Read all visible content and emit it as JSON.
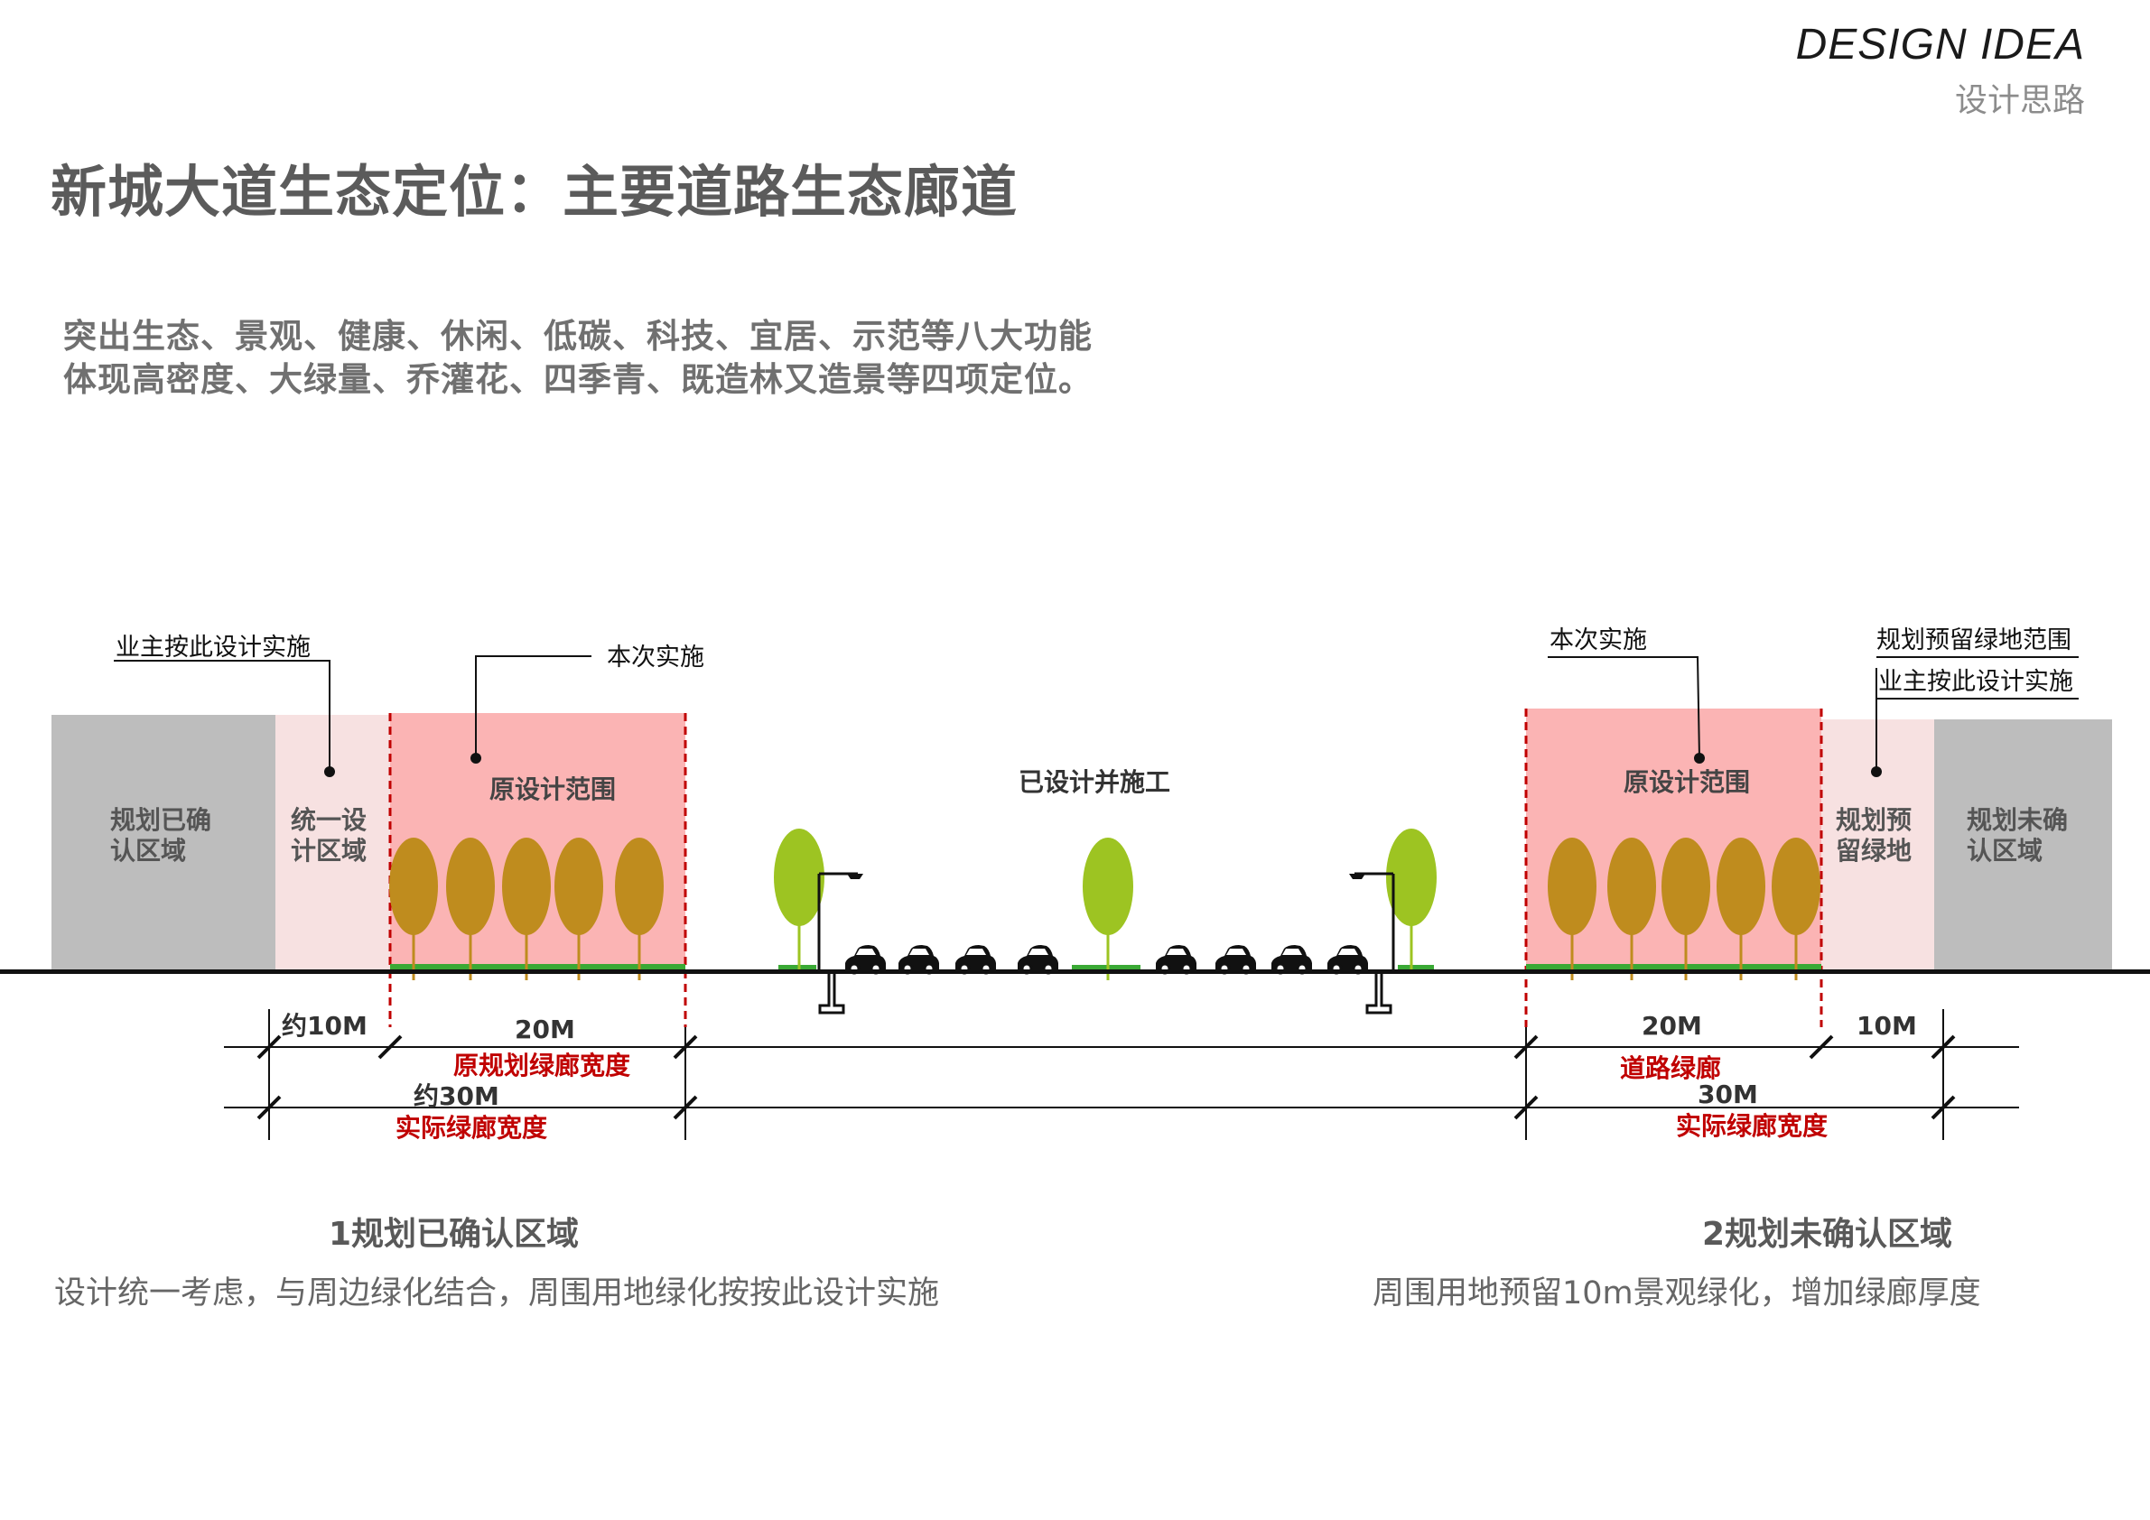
{
  "header": {
    "english": "DESIGN IDEA",
    "chinese": "设计思路"
  },
  "title": "新城大道生态定位：主要道路生态廊道",
  "description": {
    "line1": "突出生态、景观、健康、休闲、低碳、科技、宜居、示范等八大功能",
    "line2": "体现高密度、大绿量、乔灌花、四季青、既造林又造景等四项定位。"
  },
  "diagram": {
    "left": {
      "callout_owner": "业主按此设计实施",
      "callout_current": "本次实施",
      "zone_gray": [
        "规划已确",
        "认区域"
      ],
      "zone_light": [
        "统一设",
        "计区域"
      ],
      "zone_pink": "原设计范围",
      "dim_top_a": "约10M",
      "dim_top_b": "20M",
      "dim_top_b_note": "原规划绿廊宽度",
      "dim_bottom": "约30M",
      "dim_bottom_note": "实际绿廊宽度"
    },
    "center": {
      "label": "已设计并施工"
    },
    "right": {
      "callout_current": "本次实施",
      "callout_reserve": "规划预留绿地范围",
      "callout_owner": "业主按此设计实施",
      "zone_pink": "原设计范围",
      "zone_light": [
        "规划预",
        "留绿地"
      ],
      "zone_gray": [
        "规划未确",
        "认区域"
      ],
      "dim_top_a": "20M",
      "dim_top_a_note": "道路绿廊",
      "dim_top_b": "10M",
      "dim_bottom": "30M",
      "dim_bottom_note": "实际绿廊宽度"
    }
  },
  "sections": {
    "left": {
      "title": "1规划已确认区域",
      "desc": "设计统一考虑，与周边绿化结合，周围用地绿化按按此设计实施"
    },
    "right": {
      "title": "2规划未确认区域",
      "desc": "周围用地预留10m景观绿化，增加绿廊厚度"
    }
  },
  "colors": {
    "gray_zone": "#bdbdbd",
    "light_zone": "#f7e1e1",
    "pink_zone": "#fbb4b4",
    "tree_brown": "#bf8c1e",
    "tree_green": "#9dc422",
    "grass": "#3aa935",
    "boundary_red": "#c00000",
    "note_red": "#c00000"
  }
}
